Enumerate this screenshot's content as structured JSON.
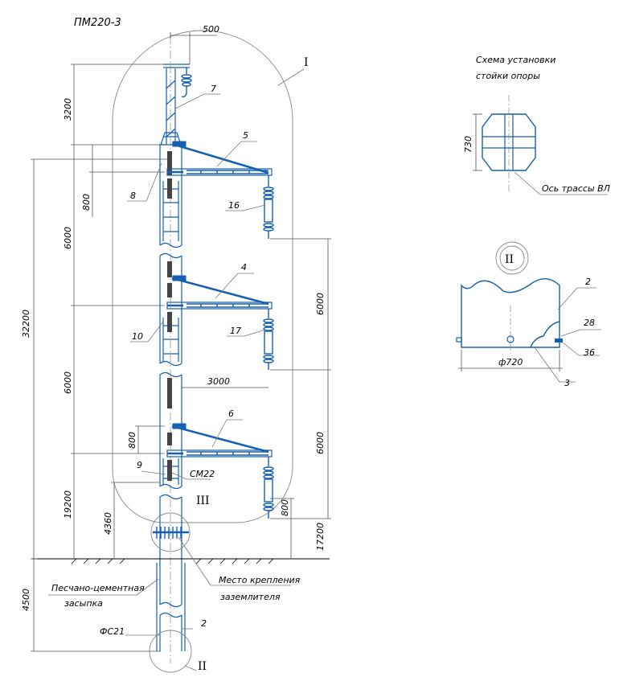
{
  "title": "ПМ220-3",
  "scheme_title_line1": "Схема установки",
  "scheme_title_line2": "стойки опоры",
  "scheme_dim": "730",
  "axis_label": "Ось трассы ВЛ",
  "detail2_callout": "II",
  "detail2_dim": "ф720",
  "detail2_labels": {
    "pipe": "2",
    "bolt": "28",
    "nut": "36",
    "base": "3"
  },
  "callouts": {
    "zone1": "I",
    "zone2": "II",
    "zone3": "III"
  },
  "labels": {
    "n7": "7",
    "n5": "5",
    "n8": "8",
    "n16": "16",
    "n4": "4",
    "n10": "10",
    "n17": "17",
    "n6": "6",
    "n9": "9",
    "sm22": "СМ22",
    "n2": "2",
    "fs21": "ФС21",
    "fill_line1": "Песчано-цементная",
    "fill_line2": "засыпка",
    "ground_line1": "Место крепления",
    "ground_line2": "заземлителя"
  },
  "dims": {
    "top_width": "500",
    "d3200": "3200",
    "d800a": "800",
    "d6000a": "6000",
    "d32200": "32200",
    "d6000b": "6000",
    "d800b": "800",
    "d19200": "19200",
    "d4360": "4360",
    "d4500": "4500",
    "d3000": "3000",
    "r6000a": "6000",
    "r6000b": "6000",
    "r800": "800",
    "r17200": "17200"
  }
}
